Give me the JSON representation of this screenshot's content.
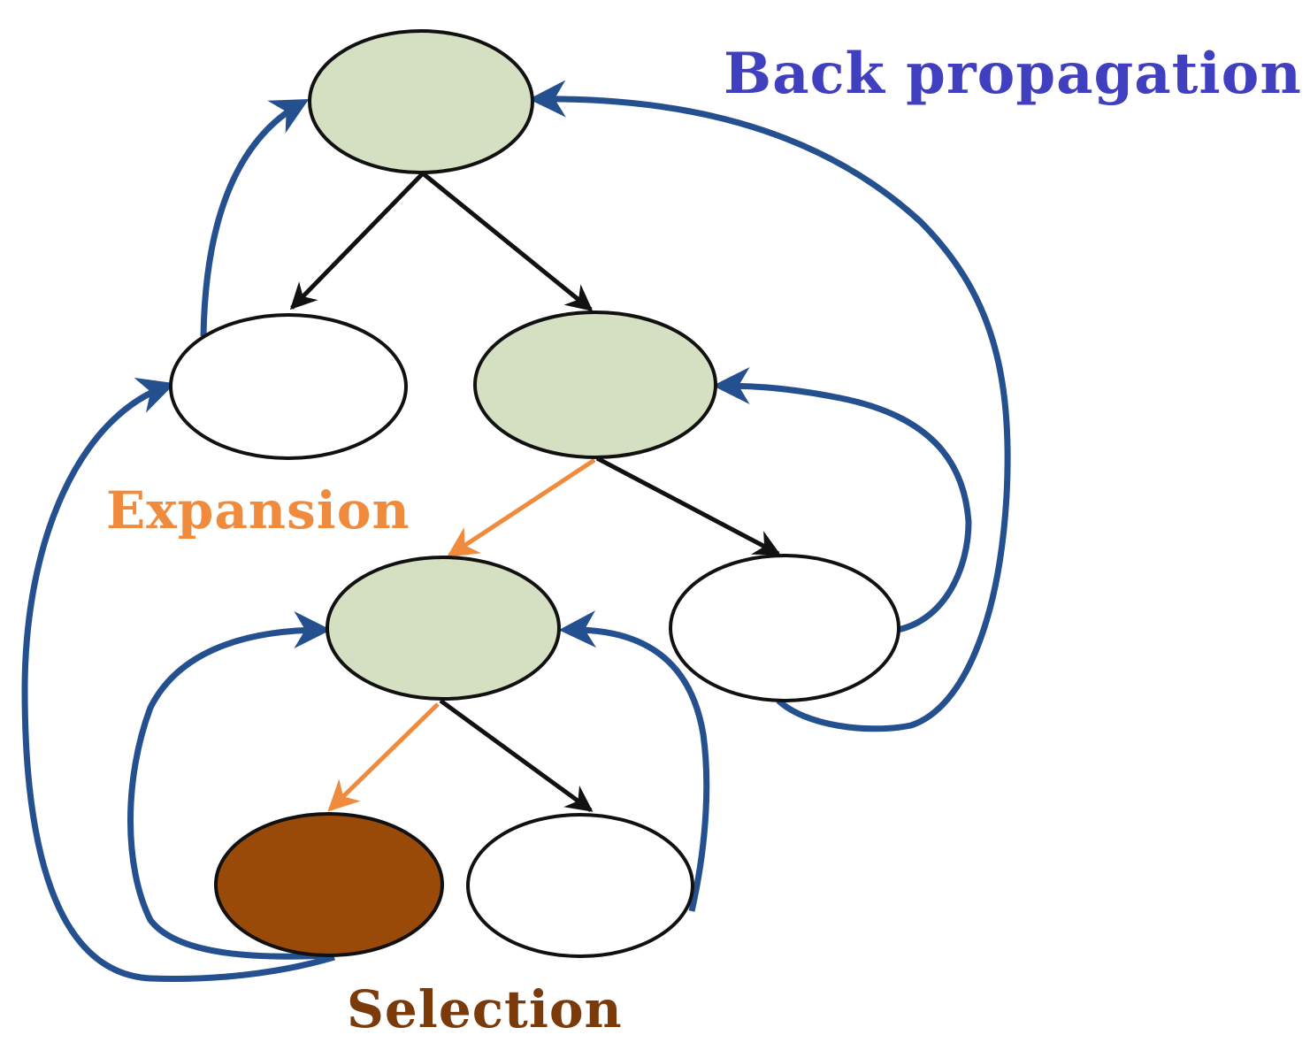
{
  "labels": {
    "back_propagation": "Back propagation",
    "expansion": "Expansion",
    "selection": "Selection"
  },
  "colors": {
    "back_propagation": "#3f3fbf",
    "expansion": "#f08a3c",
    "selection": "#7a3a0a",
    "blue_arrow": "#25508f",
    "black_arrow": "#111111",
    "orange_arrow": "#f08a3c",
    "node_green": "#d5dfc2",
    "node_white": "#ffffff",
    "node_selected": "#9a4a08"
  },
  "nodes": [
    {
      "id": "root",
      "fill": "green"
    },
    {
      "id": "level1-left",
      "fill": "white"
    },
    {
      "id": "level1-right",
      "fill": "green"
    },
    {
      "id": "level2-left",
      "fill": "green"
    },
    {
      "id": "level2-right",
      "fill": "white"
    },
    {
      "id": "level3-left",
      "fill": "selected"
    },
    {
      "id": "level3-right",
      "fill": "white"
    }
  ]
}
